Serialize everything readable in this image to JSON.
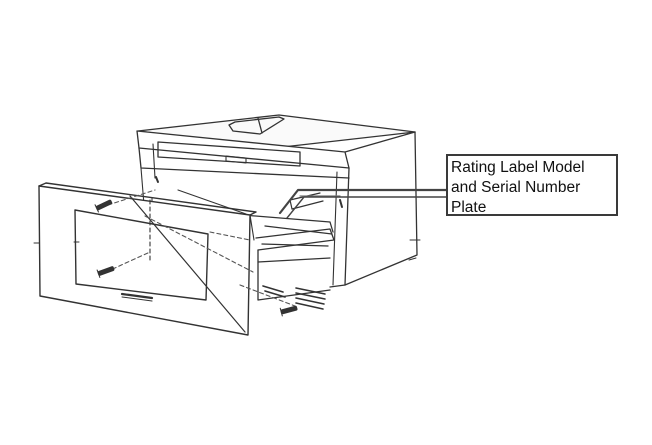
{
  "callout": {
    "lines": [
      "Rating Label Model",
      "and Serial Number",
      "Plate"
    ]
  },
  "colors": {
    "line": "#333333",
    "light_line": "#777777",
    "callout_border": "#3a3a3a",
    "text": "#111111",
    "background": "#ffffff"
  },
  "icons": [
    "drawer-appliance-illustration",
    "screw-icon",
    "vent-slots"
  ]
}
